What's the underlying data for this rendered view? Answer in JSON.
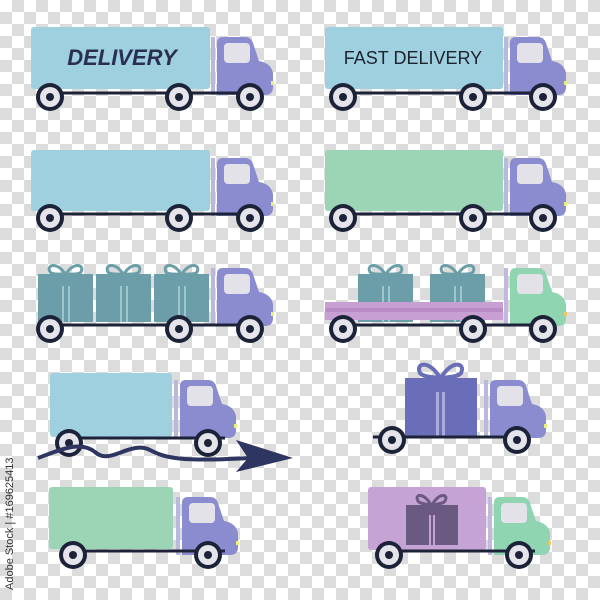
{
  "trucks": [
    {
      "id": 1,
      "label": "DELIVERY",
      "box_color": "#9fd0df",
      "cab_color": "#8a8ccf",
      "style": "trailer-text-bold"
    },
    {
      "id": 2,
      "label": "FAST DELIVERY",
      "box_color": "#9fd0df",
      "cab_color": "#8a8ccf",
      "style": "trailer-text-regular"
    },
    {
      "id": 3,
      "label": "",
      "box_color": "#9fd0df",
      "cab_color": "#8a8ccf",
      "style": "trailer-plain"
    },
    {
      "id": 4,
      "label": "",
      "box_color": "#9cd5b6",
      "cab_color": "#8a8ccf",
      "style": "trailer-plain"
    },
    {
      "id": 5,
      "label": "",
      "gift_color": "#6b9ea8",
      "cab_color": "#8a8ccf",
      "style": "three-gifts"
    },
    {
      "id": 6,
      "label": "",
      "gift_color": "#6b9ea8",
      "bed_color": "#c79fd3",
      "cab_color": "#8fd5b2",
      "style": "flatbed-two-gifts"
    },
    {
      "id": 7,
      "label": "",
      "box_color": "#9fd0df",
      "cab_color": "#8a8ccf",
      "style": "box-with-road-arrow"
    },
    {
      "id": 8,
      "label": "",
      "gift_color": "#6a6db8",
      "cab_color": "#8a8ccf",
      "style": "single-big-gift"
    },
    {
      "id": 9,
      "label": "",
      "box_color": "#9cd5b6",
      "cab_color": "#8a8ccf",
      "style": "box-plain"
    },
    {
      "id": 10,
      "label": "",
      "box_color": "#c5a3d4",
      "gift_color": "#6a5a82",
      "cab_color": "#8fd5b2",
      "style": "box-with-gift-icon"
    }
  ],
  "colors": {
    "wheel_outer": "#1c2238",
    "wheel_inner": "#e4e4ea",
    "window": "#e2e2e8",
    "text_dark": "#2a2f52",
    "arrow": "#2e3560"
  },
  "watermark": {
    "credit": "Adobe Stock | #169625413"
  }
}
